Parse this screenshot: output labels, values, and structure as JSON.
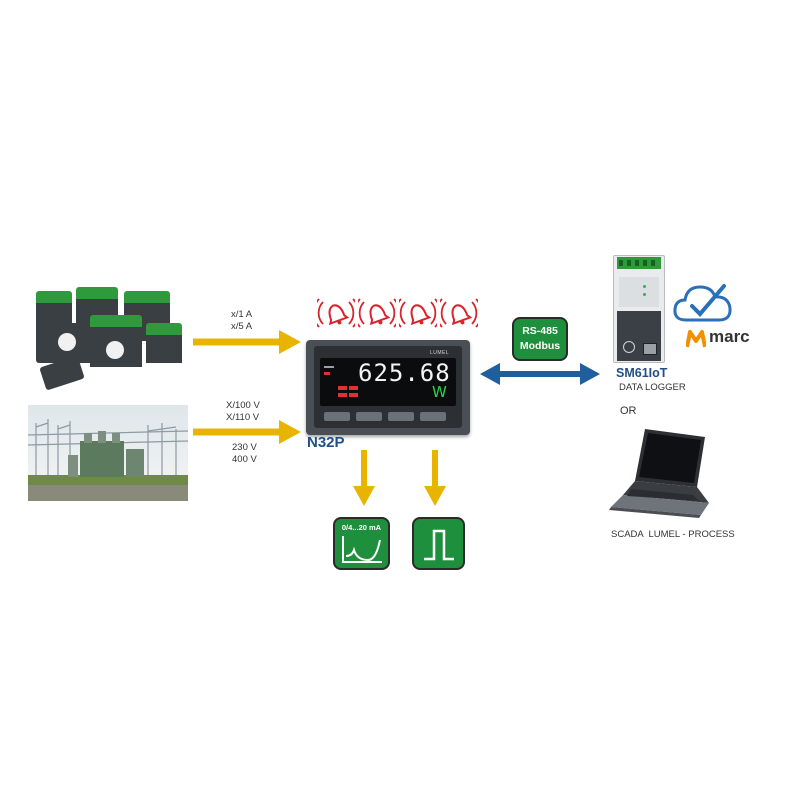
{
  "inputs": {
    "current_label_1": "x/1 A",
    "current_label_2": "x/5 A",
    "voltage_label_1": "X/100 V",
    "voltage_label_2": "X/110 V",
    "voltage_label_3": "230 V",
    "voltage_label_4": "400 V"
  },
  "meter": {
    "name": "N32P",
    "display_value": "625.68",
    "unit_symbol": "W",
    "brand": "LUMEL"
  },
  "communication": {
    "line1": "RS-485",
    "line2": "Modbus"
  },
  "outputs": {
    "analog_label": "0/4...20 mA"
  },
  "logger": {
    "name": "SM61IoT",
    "subtitle": "DATA LOGGER",
    "cloud_brand": "marc"
  },
  "or_label": "OR",
  "scada_label": "SCADA  LUMEL - PROCESS",
  "colors": {
    "arrow_yellow": "#e8b400",
    "arrow_blue": "#1f5f9e",
    "box_green": "#1e8f3c",
    "bell_red": "#d9232d",
    "meter_name": "#1f4f86"
  },
  "icons": [
    "alarm-bell-icon",
    "cloud-check-icon",
    "marc-logo-icon",
    "analog-signal-icon",
    "pulse-signal-icon"
  ]
}
